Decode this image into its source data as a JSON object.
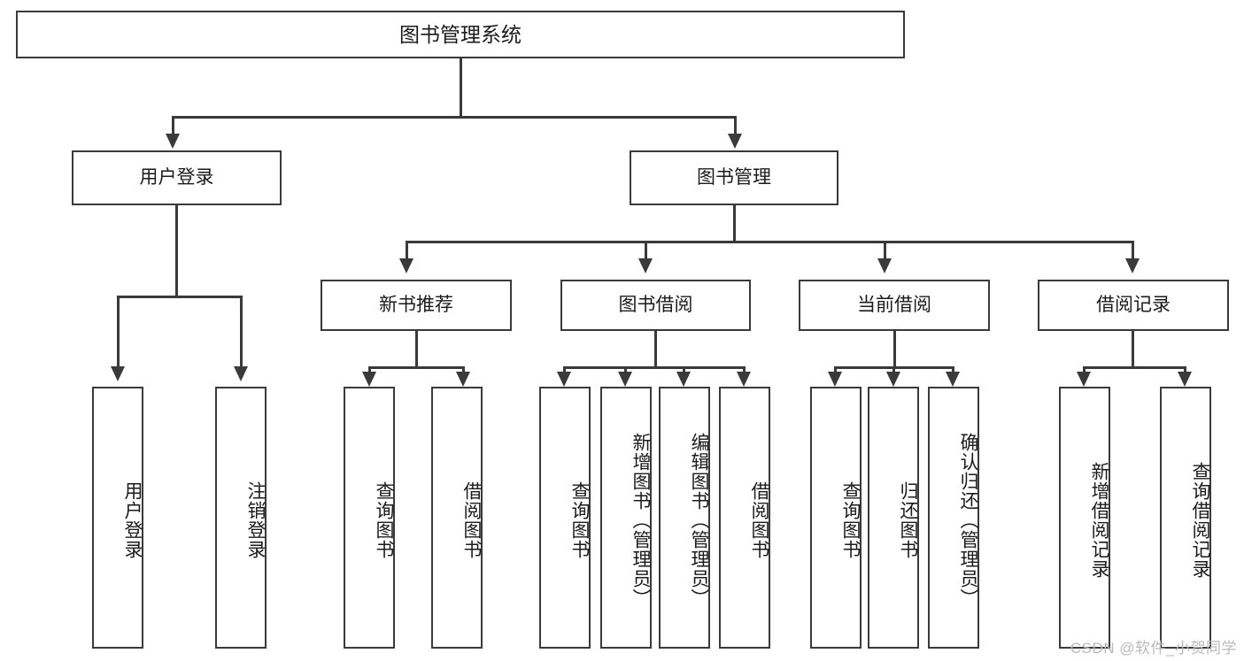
{
  "diagram": {
    "title": "图书管理系统",
    "type": "tree",
    "watermark": "CSDN @软件_小贺同学",
    "colors": {
      "box_border": "#3a3a3a",
      "box_fill": "#ffffff",
      "edge": "#3a3a3a",
      "text": "#1b1b1b",
      "watermark": "#b9b9b9",
      "background": "#ffffff"
    },
    "root": {
      "label": "图书管理系统"
    },
    "level2": [
      {
        "label": "用户登录"
      },
      {
        "label": "图书管理"
      }
    ],
    "level3": [
      {
        "label": "新书推荐"
      },
      {
        "label": "图书借阅"
      },
      {
        "label": "当前借阅"
      },
      {
        "label": "借阅记录"
      }
    ],
    "leaves": {
      "user_login": [
        {
          "label": "用户登录"
        },
        {
          "label": "注销登录"
        }
      ],
      "new_book_recommend": [
        {
          "label": "查询图书"
        },
        {
          "label": "借阅图书"
        }
      ],
      "book_borrow": [
        {
          "label": "查询图书"
        },
        {
          "label": "新增图书（管理员）"
        },
        {
          "label": "编辑图书（管理员）"
        },
        {
          "label": "借阅图书"
        }
      ],
      "current_borrow": [
        {
          "label": "查询图书"
        },
        {
          "label": "归还图书"
        },
        {
          "label": "确认归还（管理员）"
        }
      ],
      "borrow_records": [
        {
          "label": "新增借阅记录"
        },
        {
          "label": "查询借阅记录"
        }
      ]
    }
  }
}
